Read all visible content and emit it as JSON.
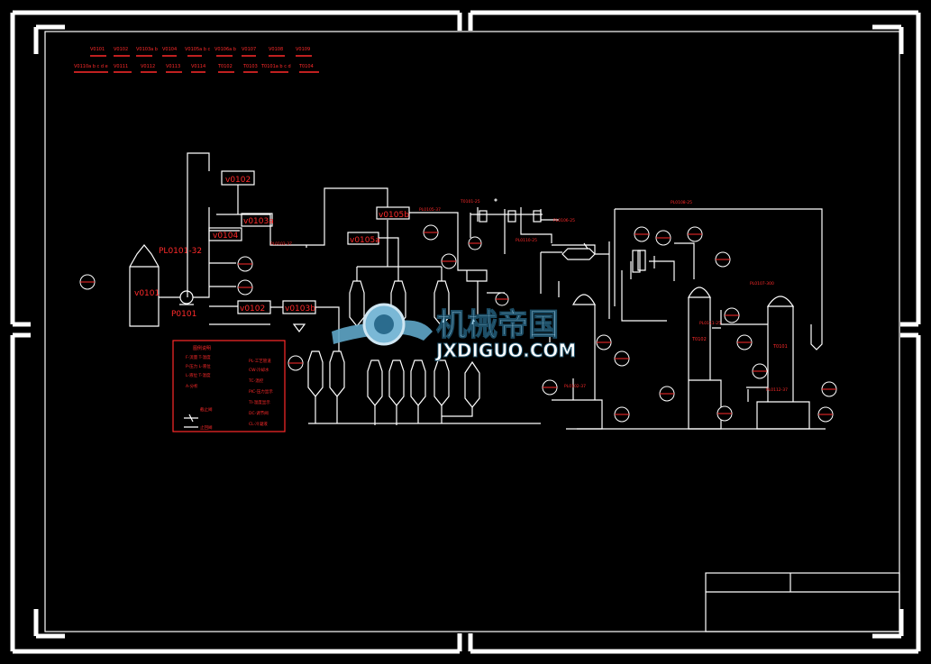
{
  "colors": {
    "background": "#000000",
    "line": "#ffffff",
    "tag": "#ff2a2a",
    "watermark": "#5fa6c8"
  },
  "equipment_list": {
    "row1": [
      "V0101",
      "V0102",
      "V0103a b",
      "V0104",
      "V0105a b c",
      "V0106a b",
      "V0107",
      "V0108",
      "V0109"
    ],
    "row2": [
      "V0110a b c d e",
      "V0111",
      "V0112",
      "V0113",
      "V0114",
      "T0102",
      "T0103",
      "T0101a b c d",
      "T0104"
    ]
  },
  "tags": {
    "v0101": "v0101",
    "p0101": "P0101",
    "v0102_top": "v0102",
    "v0103a": "v0103a",
    "v0104": "v0104",
    "v0102": "v0102",
    "v0103b": "v0103b",
    "v0105b": "v0105b",
    "v0105a": "v0105a",
    "pl0101": "PL0101-32",
    "t0102": "T0102",
    "t0101": "T0101"
  },
  "pipes": {
    "pl0108": "PL0108-25",
    "pl0107": "PL0107-300",
    "pl0102": "PL0102-37",
    "pl0103": "PL0103-37",
    "pl0105": "PL0105-37",
    "pl0106": "PL0106-25",
    "pl0111": "PL0111-25",
    "pl0110": "PL0110-25",
    "pl0112": "PL0112-37"
  },
  "legend": {
    "title": "图例说明",
    "left": [
      "F-流量  T-温度",
      "P-压力  L-液位",
      "L-液位  T-温度",
      "A-分析"
    ],
    "right": [
      "PL-工艺管道",
      "CW-冷却水",
      "TC-温控",
      "PIC-压力显示",
      "TI-温度显示",
      "DC-调节阀",
      "CL-冷凝液"
    ],
    "bottom": [
      "截止阀",
      "止回阀"
    ]
  },
  "watermark": {
    "cn": "机械帝国",
    "en": "JXDIGUO.COM"
  }
}
